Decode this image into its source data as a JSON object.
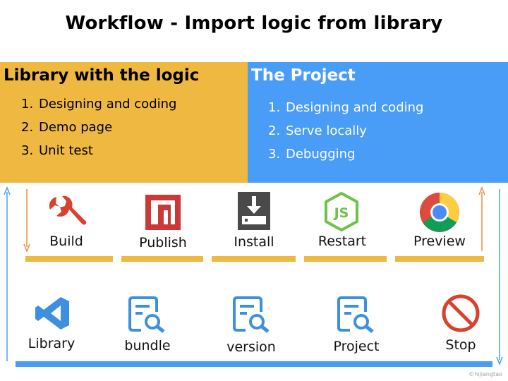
{
  "title": "Workflow - Import logic from library",
  "library_panel": {
    "title": "Library with the logic",
    "items": [
      {
        "num": "1.",
        "text": "Designing and coding"
      },
      {
        "num": "2.",
        "text": "Demo page"
      },
      {
        "num": "3.",
        "text": "Unit test"
      }
    ]
  },
  "project_panel": {
    "title": "The Project",
    "items": [
      {
        "num": "1.",
        "text": "Designing and coding"
      },
      {
        "num": "2.",
        "text": "Serve locally"
      },
      {
        "num": "3.",
        "text": "Debugging"
      }
    ]
  },
  "steps_top": [
    {
      "label": "Build",
      "icon": "wrench-icon"
    },
    {
      "label": "Publish",
      "icon": "npm-icon"
    },
    {
      "label": "Install",
      "icon": "download-tray-icon"
    },
    {
      "label": "Restart",
      "icon": "nodejs-icon"
    },
    {
      "label": "Preview",
      "icon": "chrome-icon"
    }
  ],
  "steps_bottom": [
    {
      "label": "Library",
      "icon": "vscode-icon"
    },
    {
      "label": "bundle",
      "icon": "document-search-icon"
    },
    {
      "label": "version",
      "icon": "document-search-icon"
    },
    {
      "label": "Project",
      "icon": "document-search-icon"
    },
    {
      "label": "Stop",
      "icon": "prohibited-icon"
    }
  ],
  "copyright": "©hijiangtao",
  "colors": {
    "library": "#efb840",
    "project": "#4a9df7",
    "wrench": "#d8412f",
    "npm": "#cb3837",
    "install": "#4a4a4a",
    "node": "#6cc24a",
    "stop": "#d8412f",
    "docs": "#3d8fe0"
  }
}
